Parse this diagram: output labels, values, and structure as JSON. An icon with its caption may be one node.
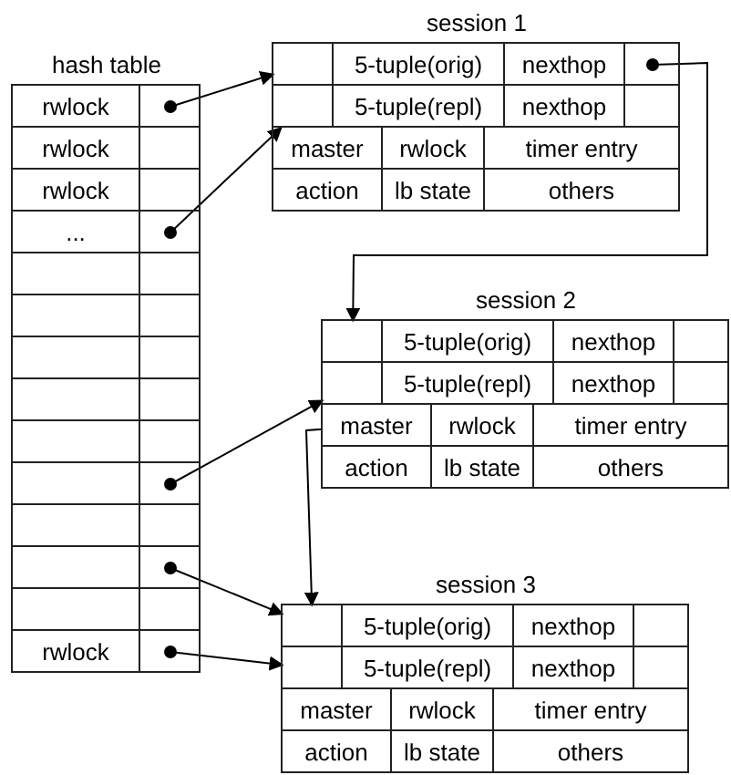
{
  "diagram": {
    "nodes": [
      {
        "text": [
          "hash table"
        ]
      },
      {
        "text": [
          "rwlock"
        ],
        "in": 0
      },
      {
        "text": [],
        "shape": "box",
        "in": 0
      },
      {
        "text": [
          "rwlock"
        ],
        "in": 0
      },
      {
        "text": [
          "rwlock"
        ],
        "in": 0
      },
      {
        "text": [
          "..."
        ],
        "in": 0
      },
      {
        "text": [],
        "shape": "box",
        "in": 0
      },
      {
        "text": [],
        "shape": "box",
        "in": 0
      },
      {
        "text": [],
        "shape": "box",
        "in": 0
      },
      {
        "text": [
          "rwlock"
        ],
        "in": 0
      },
      {
        "text": [],
        "shape": "box",
        "in": 0
      },
      {
        "text": [
          "session 1"
        ]
      },
      {
        "text": [],
        "shape": "box",
        "in": 11
      },
      {
        "text": [
          "5-tuple(orig)"
        ],
        "in": 11
      },
      {
        "text": [
          "nexthop"
        ],
        "in": 11
      },
      {
        "text": [],
        "shape": "box",
        "in": 11
      },
      {
        "text": [],
        "shape": "box",
        "in": 11
      },
      {
        "text": [
          "5-tuple(repl)"
        ],
        "in": 11
      },
      {
        "text": [
          "nexthop"
        ],
        "in": 11
      },
      {
        "text": [
          "master"
        ],
        "in": 11
      },
      {
        "text": [
          "rwlock"
        ],
        "in": 11
      },
      {
        "text": [
          "timer entry"
        ],
        "in": 11
      },
      {
        "text": [
          "action"
        ],
        "in": 11
      },
      {
        "text": [
          "lb state"
        ],
        "in": 11
      },
      {
        "text": [
          "others"
        ],
        "in": 11
      },
      {
        "text": [
          "session 2"
        ]
      },
      {
        "text": [],
        "shape": "box",
        "in": 25
      },
      {
        "text": [
          "5-tuple(orig)"
        ],
        "in": 25
      },
      {
        "text": [
          "nexthop"
        ],
        "in": 25
      },
      {
        "text": [],
        "shape": "box",
        "in": 25
      },
      {
        "text": [
          "5-tuple(repl)"
        ],
        "in": 25
      },
      {
        "text": [
          "nexthop"
        ],
        "in": 25
      },
      {
        "text": [
          "master"
        ],
        "in": 25
      },
      {
        "text": [
          "rwlock"
        ],
        "in": 25
      },
      {
        "text": [
          "timer entry"
        ],
        "in": 25
      },
      {
        "text": [
          "action"
        ],
        "in": 25
      },
      {
        "text": [
          "lb state"
        ],
        "in": 25
      },
      {
        "text": [
          "others"
        ],
        "in": 25
      },
      {
        "text": [
          "session 3"
        ]
      },
      {
        "text": [],
        "shape": "box",
        "in": 38
      },
      {
        "text": [
          "5-tuple(orig)"
        ],
        "in": 38
      },
      {
        "text": [
          "nexthop"
        ],
        "in": 38
      },
      {
        "text": [],
        "shape": "box",
        "in": 38
      },
      {
        "text": [
          "5-tuple(repl)"
        ],
        "in": 38
      },
      {
        "text": [
          "nexthop"
        ],
        "in": 38
      },
      {
        "text": [
          "master"
        ],
        "in": 38
      },
      {
        "text": [
          "rwlock"
        ],
        "in": 38
      },
      {
        "text": [
          "timer entry"
        ],
        "in": 38
      },
      {
        "text": [
          "action"
        ],
        "in": 38
      },
      {
        "text": [
          "lb state"
        ],
        "in": 38
      },
      {
        "text": [
          "others"
        ],
        "in": 38
      }
    ],
    "edges": [
      {
        "from": 2,
        "to": 12,
        "arrow": "to"
      },
      {
        "from": 6,
        "to": 16,
        "arrow": "to"
      },
      {
        "from": 15,
        "to": 26,
        "arrow": "to"
      },
      {
        "from": 7,
        "to": 29,
        "arrow": "to"
      },
      {
        "from": 32,
        "to": 39,
        "arrow": "to"
      },
      {
        "from": 8,
        "to": 39,
        "arrow": "to"
      },
      {
        "from": 10,
        "to": 42,
        "arrow": "to"
      }
    ]
  }
}
